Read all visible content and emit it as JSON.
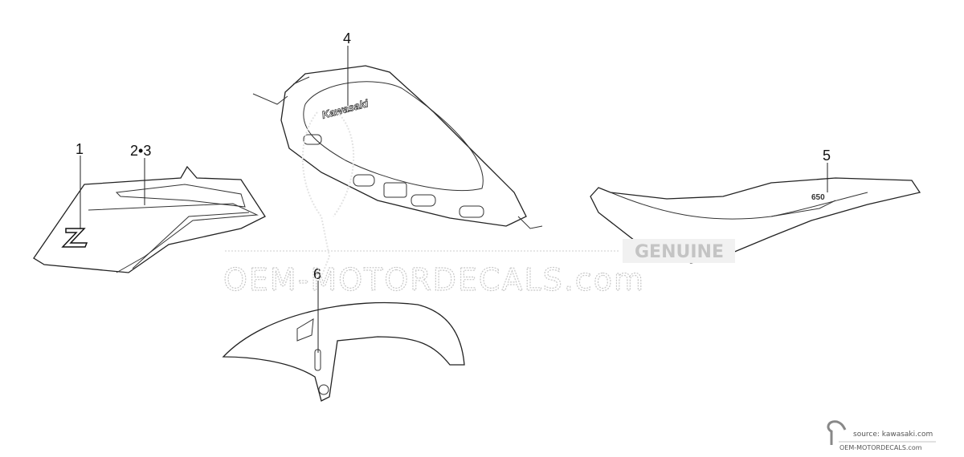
{
  "callouts": {
    "c1": "1",
    "c23": "2•3",
    "c4": "4",
    "c5": "5",
    "c6": "6"
  },
  "decals": {
    "tank_logo": "Kawasaki",
    "shroud_logo": "Z",
    "tail_logo": "650"
  },
  "watermark": {
    "main": "OEM-MOTORDECALS.com",
    "badge": "GENUINE"
  },
  "source": {
    "line1": "source: kawasaki.com",
    "line2": "OEM-MOTORDECALS.com"
  }
}
